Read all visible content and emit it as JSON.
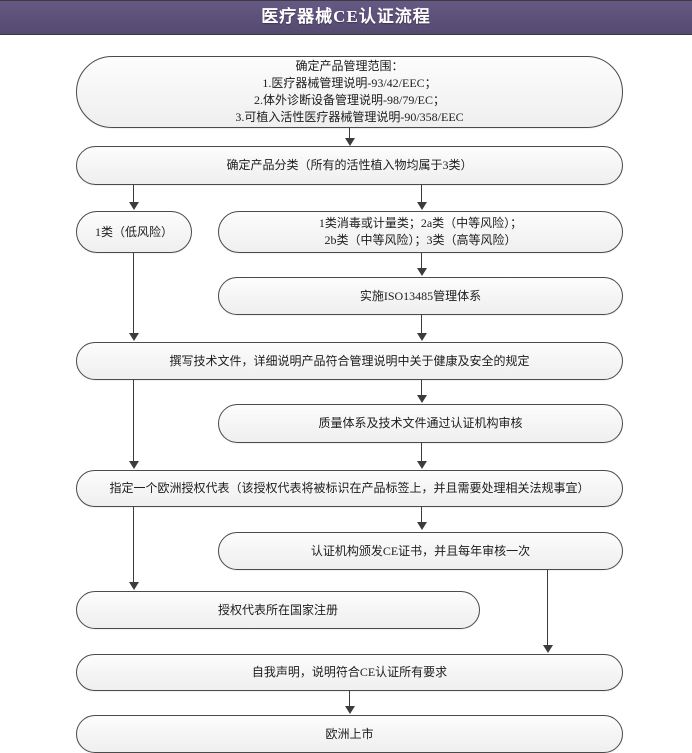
{
  "header": {
    "title": "医疗器械CE认证流程",
    "bar_color": "#5c5078",
    "title_color": "#ffffff"
  },
  "style": {
    "node_fill": "#f6f6f6",
    "node_border": "#4a4a4a",
    "connector_color": "#3c3c3c"
  },
  "flow": {
    "nodes": [
      {
        "id": "scope",
        "label": "确定产品管理范围：\n1.医疗器械管理说明-93/42/EEC；\n2.体外诊断设备管理说明-98/79/EC；\n3.可植入活性医疗器械管理说明-90/358/EEC"
      },
      {
        "id": "classify",
        "label": "确定产品分类（所有的活性植入物均属于3类）"
      },
      {
        "id": "class1",
        "label": "1类（低风险）"
      },
      {
        "id": "class-others",
        "label": "1类消毒或计量类；2a类（中等风险）；\n2b类（中等风险）；3类（高等风险）"
      },
      {
        "id": "iso13485",
        "label": "实施ISO13485管理体系"
      },
      {
        "id": "tech-file",
        "label": "撰写技术文件，详细说明产品符合管理说明中关于健康及安全的规定"
      },
      {
        "id": "audit",
        "label": "质量体系及技术文件通过认证机构审核"
      },
      {
        "id": "eu-rep",
        "label": "指定一个欧洲授权代表（该授权代表将被标识在产品标签上，并且需要处理相关法规事宜）"
      },
      {
        "id": "ce-cert",
        "label": "认证机构颁发CE证书，并且每年审核一次"
      },
      {
        "id": "register",
        "label": "授权代表所在国家注册"
      },
      {
        "id": "doc",
        "label": "自我声明，说明符合CE认证所有要求"
      },
      {
        "id": "market",
        "label": "欧洲上市"
      }
    ]
  }
}
